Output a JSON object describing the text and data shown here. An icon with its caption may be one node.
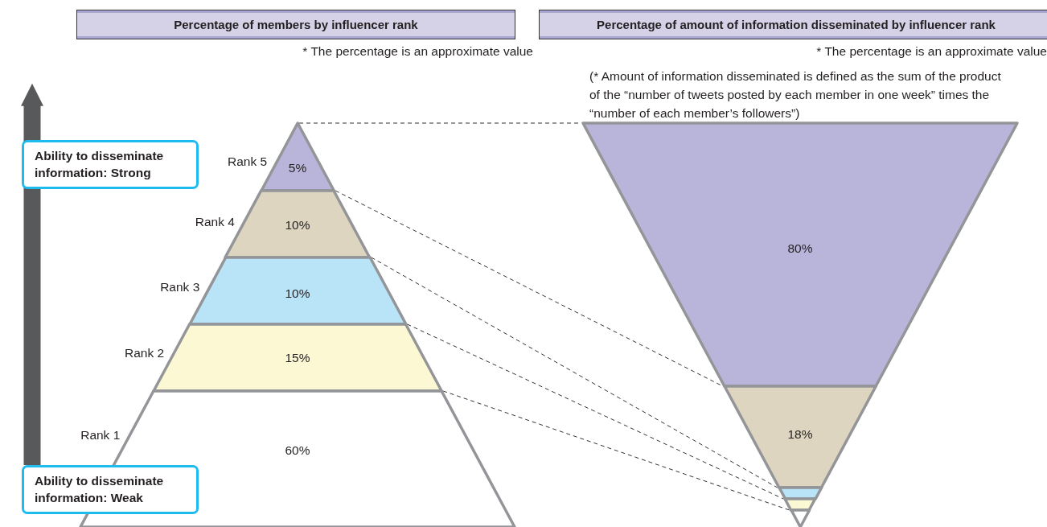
{
  "diagram": {
    "nodes": [
      {
        "text": [
          "Percentage of members by influencer rank"
        ]
      },
      {
        "text": [
          "Percentage of amount of information disseminated by influencer rank"
        ]
      },
      {
        "text": [
          "Ability to disseminate information: Strong"
        ]
      },
      {
        "text": [
          "5%"
        ],
        "beside": [
          "Rank 5"
        ]
      },
      {
        "text": [
          "10%"
        ],
        "beside": [
          "Rank 4"
        ]
      },
      {
        "text": [
          "10%"
        ],
        "beside": [
          "Rank 3"
        ]
      },
      {
        "text": [
          "15%"
        ],
        "beside": [
          "Rank 2"
        ]
      },
      {
        "text": [
          "60%"
        ],
        "beside": [
          "Rank 1"
        ]
      },
      {
        "text": [
          "Ability to disseminate information: Weak"
        ]
      },
      {
        "text": [
          "80%"
        ]
      },
      {
        "text": [
          "18%"
        ]
      },
      {
        "text": [],
        "shape": "bar"
      },
      {
        "text": [],
        "shape": "bar"
      },
      {
        "text": [],
        "shape": "bar"
      }
    ],
    "edges": [
      {
        "from": 3,
        "to": 9,
        "arrow": "none",
        "style": "dashed"
      },
      {
        "from": 4,
        "to": 10,
        "arrow": "none",
        "style": "dashed"
      },
      {
        "from": 5,
        "to": 11,
        "arrow": "none",
        "style": "dashed"
      },
      {
        "from": 6,
        "to": 12,
        "arrow": "none",
        "style": "dashed"
      },
      {
        "from": 7,
        "to": 13,
        "arrow": "none",
        "style": "dashed"
      },
      {
        "from": 8,
        "to": 2,
        "arrow": "to",
        "style": "thick",
        "color": "#58595b"
      }
    ],
    "labels": [
      "* The percentage is an approximate value",
      "* The percentage is an approximate value",
      "(* Amount of information disseminated is defined as the sum of the product of the “number of tweets posted by each member in one week” times the “number of each member’s followers”)"
    ]
  }
}
